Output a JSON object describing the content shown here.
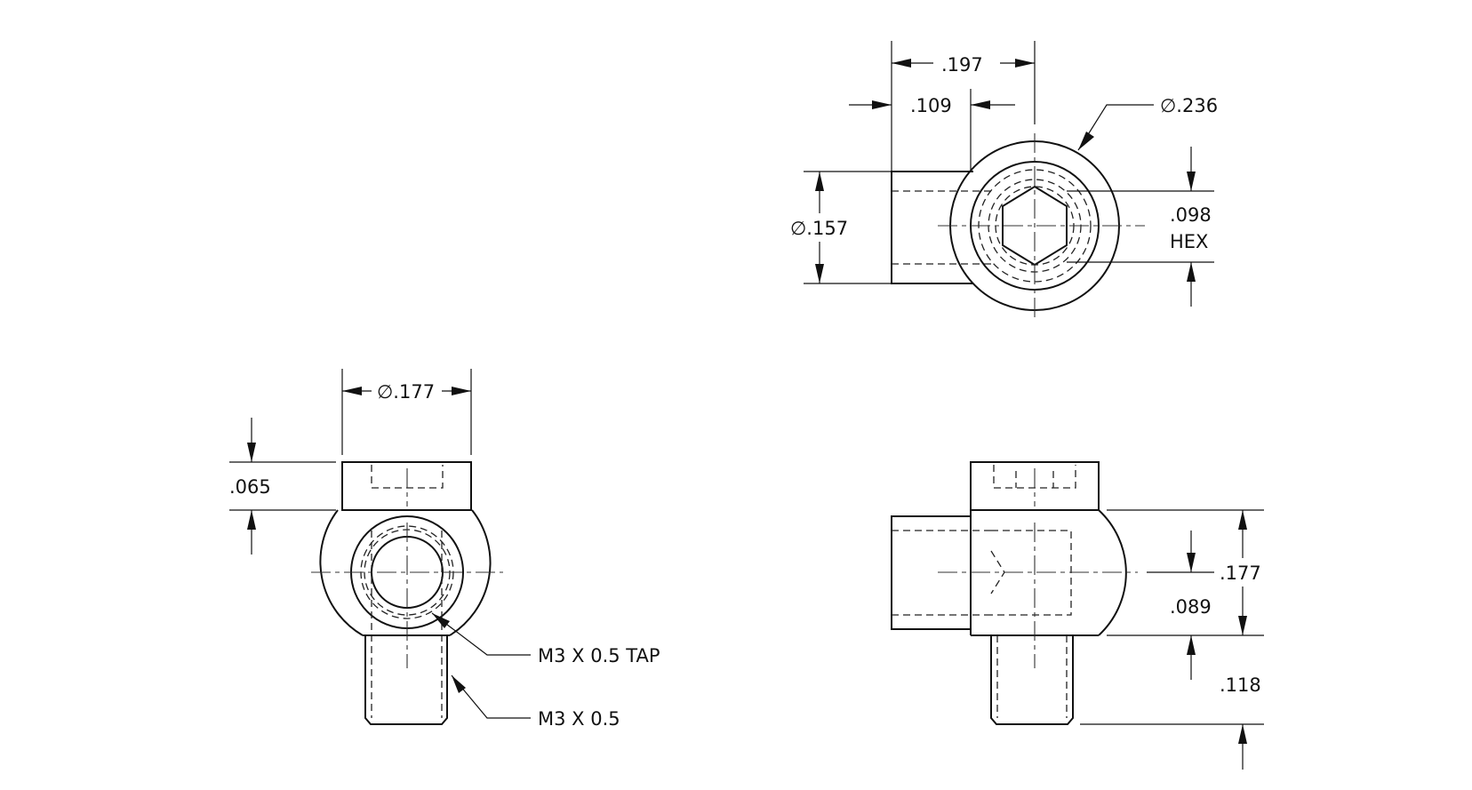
{
  "dimensions": {
    "top_overall_width": ".197",
    "top_boss_length": ".109",
    "top_sphere_diameter": "∅.236",
    "top_boss_diameter": "∅.157",
    "top_hex_size": ".098",
    "top_hex_label": "HEX",
    "front_cap_diameter": "∅.177",
    "front_cap_height": ".065",
    "side_body_height": ".177",
    "side_center_height": ".089",
    "side_stud_length": ".118"
  },
  "callouts": {
    "tap_note": "M3 X 0.5 TAP",
    "thread_note": "M3 X 0.5"
  }
}
